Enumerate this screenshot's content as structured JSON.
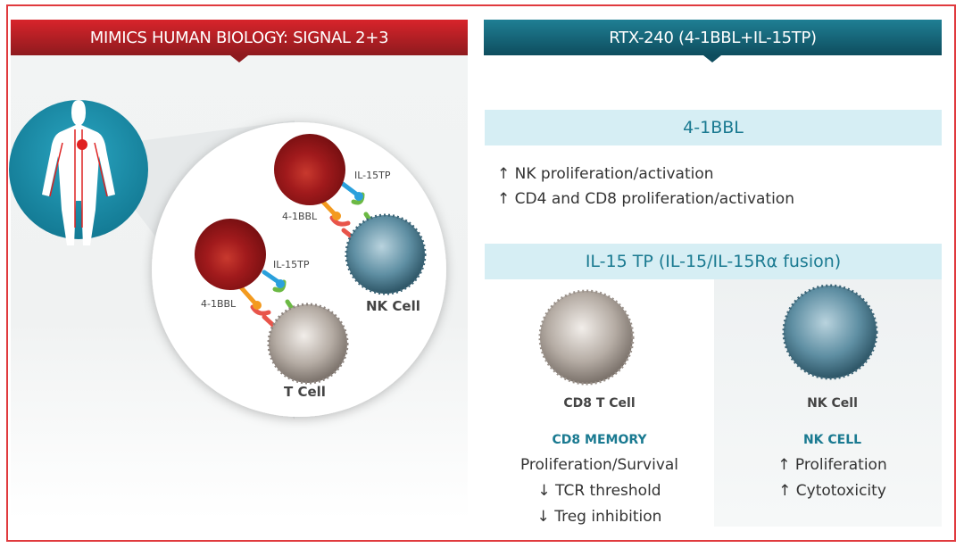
{
  "left_header": "MIMICS HUMAN BIOLOGY: SIGNAL 2+3",
  "right_header": "RTX-240 (4-1BBL+IL-15TP)",
  "diagram": {
    "il15tp_label_1": "IL-15TP",
    "bbl_label_1": "4-1BBL",
    "il15tp_label_2": "IL-15TP",
    "bbl_label_2": "4-1BBL",
    "nk_cell": "NK Cell",
    "t_cell": "T Cell"
  },
  "bbl_section": {
    "title": "4-1BBL",
    "lines": [
      "↑ NK proliferation/activation",
      "↑ CD4 and CD8 proliferation/activation"
    ]
  },
  "il15_section": {
    "title": "IL-15 TP (IL-15/IL-15Rα fusion)",
    "cd8": {
      "cell": "CD8 T Cell",
      "heading": "CD8 MEMORY",
      "lines": [
        "Proliferation/Survival",
        "↓ TCR threshold",
        "↓ Treg inhibition"
      ]
    },
    "nk": {
      "cell": "NK Cell",
      "heading": "NK CELL",
      "lines": [
        "↑ Proliferation",
        "↑ Cytotoxicity"
      ]
    }
  },
  "colors": {
    "red": "#c8202a",
    "teal": "#1a7a91",
    "light_blue": "#d6eef4"
  }
}
